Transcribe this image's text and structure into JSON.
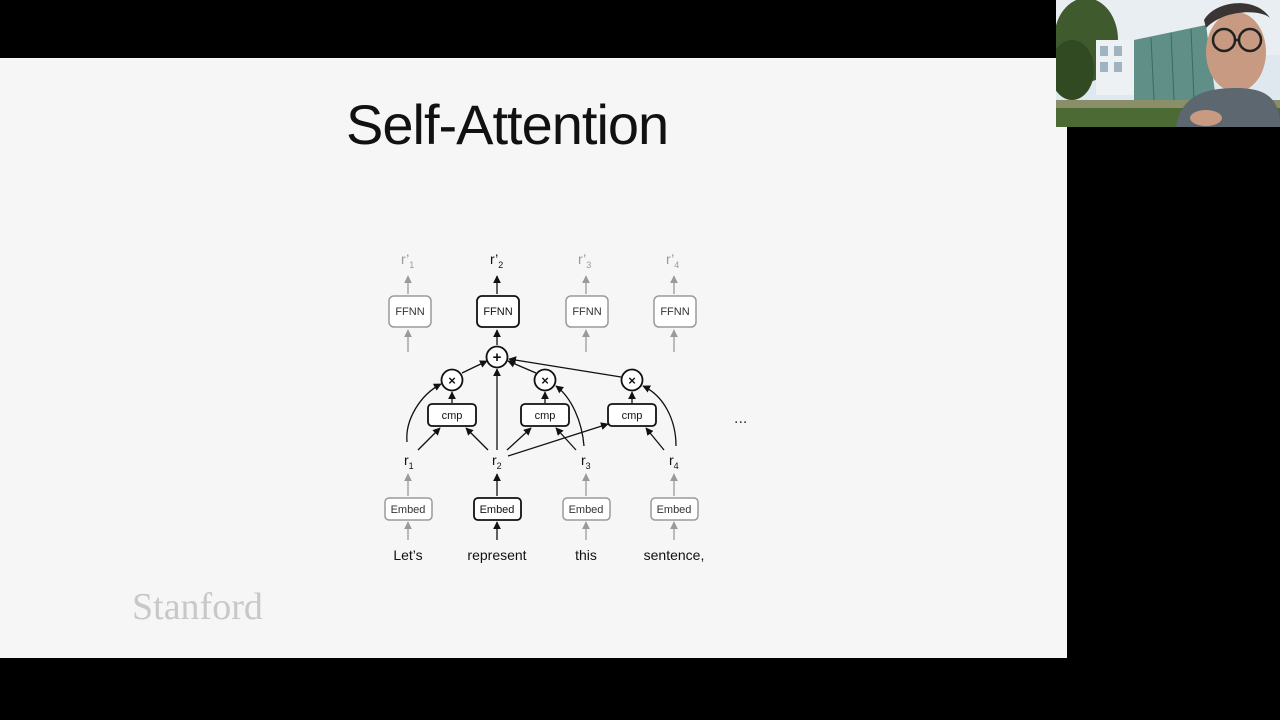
{
  "slide": {
    "title": "Self-Attention",
    "logo": "Stanford",
    "ellipsis": "..."
  },
  "diagram": {
    "words": [
      "Let’s",
      "represent",
      "this",
      "sentence,"
    ],
    "embed_label": "Embed",
    "ffnn_label": "FFNN",
    "cmp_label": "cmp",
    "r_base": "r",
    "r_prime_base": "r’",
    "subscripts": [
      "1",
      "2",
      "3",
      "4"
    ],
    "plus_symbol": "+",
    "times_symbol": "×",
    "highlight_index": 1
  },
  "colors": {
    "dark": "#111111",
    "faded": "#9a9a9a",
    "slide_bg": "#f6f6f6",
    "logo": "#c8c8c8"
  }
}
